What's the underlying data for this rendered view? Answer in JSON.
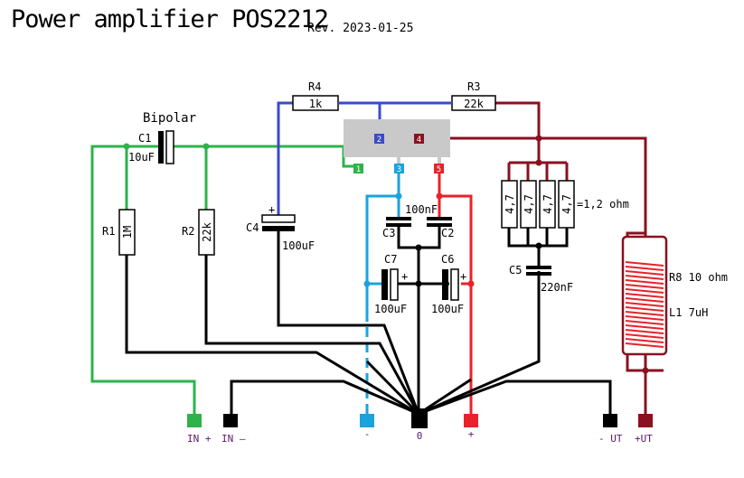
{
  "title": "Power amplifier POS2212",
  "revision": "Rev. 2023-01-25",
  "colors": {
    "green": "#2db34a",
    "blue": "#3a4bc8",
    "cyan": "#1aa3dd",
    "red": "#e8222a",
    "maroon": "#8b1020",
    "black": "#000000",
    "chip": "#c9c9c9"
  },
  "components": {
    "bipolar_note": "Bipolar",
    "c1": "C1",
    "c1_value": "10uF",
    "r1": "R1",
    "r1_value": "1M",
    "r2": "R2",
    "r2_value": "22k",
    "r4": "R4",
    "r4_value": "1k",
    "r3": "R3",
    "r3_value": "22k",
    "c4": "C4",
    "c4_value": "100uF",
    "c3": "C3",
    "c2": "C2",
    "c23_value": "100nF",
    "c7": "C7",
    "c7_value": "100uF",
    "c6": "C6",
    "c6_value": "100uF",
    "parallel_resistor_value": "4,7",
    "parallel_equiv": "=1,2 ohm",
    "c5": "C5",
    "c5_value": "220nF",
    "r8": "R8 10 ohm",
    "l1": "L1 7uH",
    "plus_sign": "+"
  },
  "ic_pins": [
    "1",
    "2",
    "3",
    "4",
    "5"
  ],
  "terminals": {
    "in_plus": "IN +",
    "in_minus": "IN –",
    "minus": "-",
    "zero": "0",
    "plus": "+",
    "minus_ut": "- UT",
    "plus_ut": "+UT"
  }
}
